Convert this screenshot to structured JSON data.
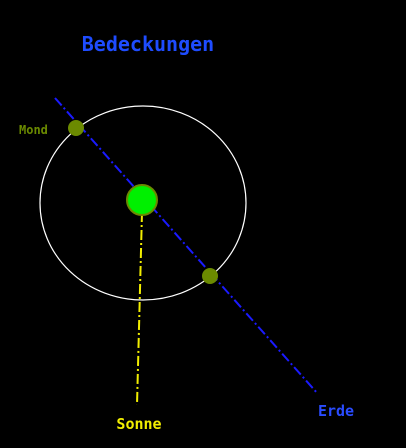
{
  "title": "Bedeckungen",
  "labels": {
    "moon": "Mond",
    "sun": "Sonne",
    "earth": "Erde"
  },
  "colors": {
    "background": "#000000",
    "title": "#1e4cff",
    "moon_label": "#6b8a00",
    "moon_fill": "#6b8a00",
    "sun_fill": "#00f000",
    "sun_stroke": "#6b8a00",
    "sun_label": "#f2ee00",
    "earth_line": "#1a1aff",
    "earth_label": "#2a4cff",
    "orbit": "#ffffff"
  }
}
